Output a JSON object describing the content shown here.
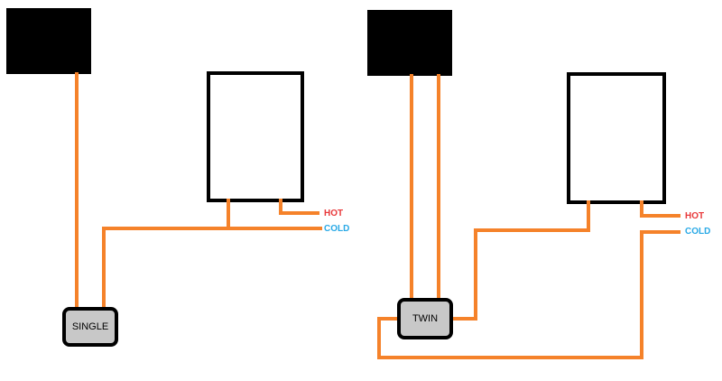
{
  "colors": {
    "pipe": "#f5822a",
    "hot": "#e8383a",
    "cold": "#29a9e6",
    "box": "#000000",
    "unit_fill": "#c8c8c8"
  },
  "left": {
    "unit_label": "SINGLE",
    "hot_label": "HOT",
    "cold_label": "COLD"
  },
  "right": {
    "unit_label": "TWIN",
    "hot_label": "HOT",
    "cold_label": "COLD"
  }
}
